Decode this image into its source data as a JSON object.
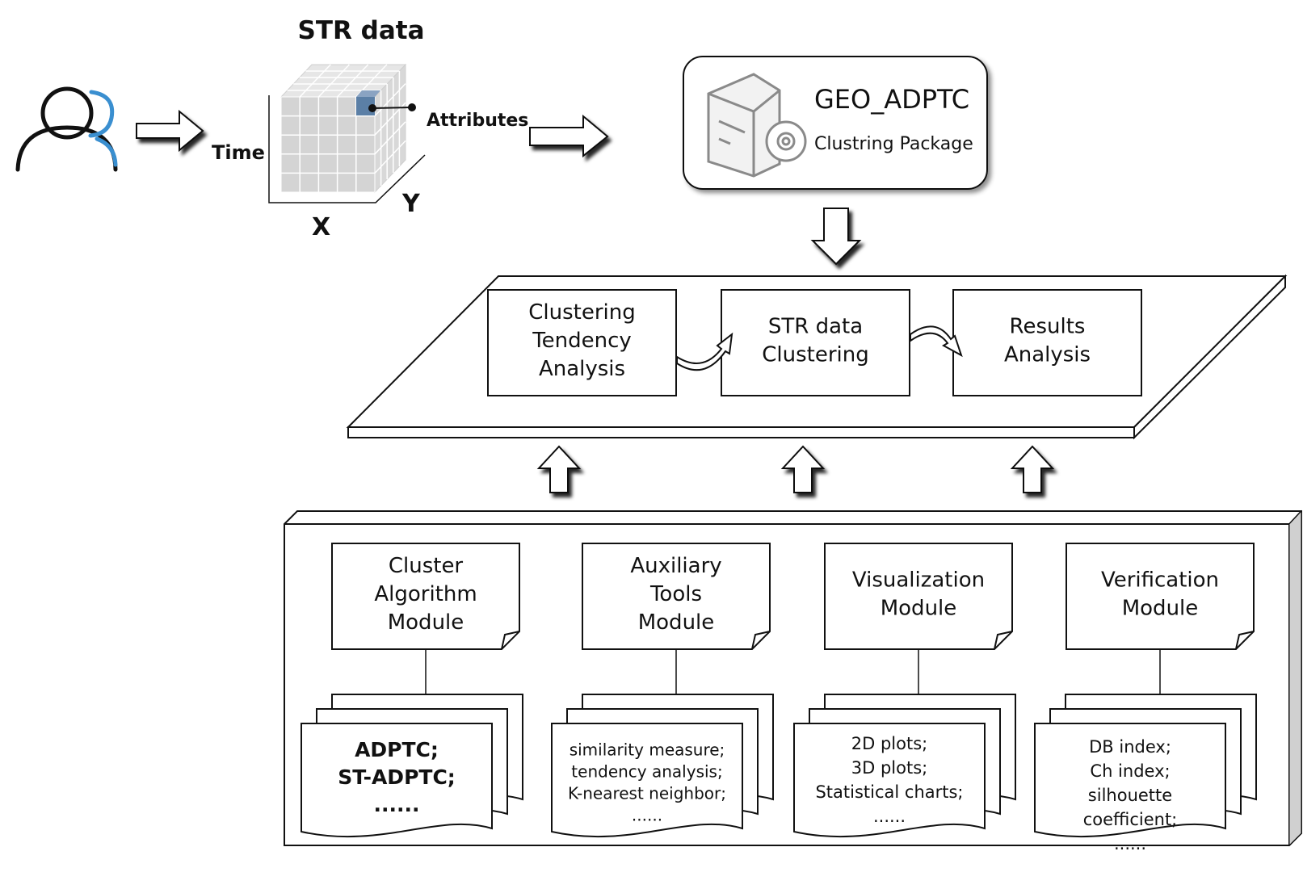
{
  "user": {
    "icon": "users-icon"
  },
  "str_data": {
    "title": "STR data",
    "time_label": "Time",
    "attributes_label": "Attributes",
    "x_label": "X",
    "y_label": "Y",
    "highlight_color": "#5b7fa6"
  },
  "package": {
    "icon": "server-gear-icon",
    "name": "GEO_ADPTC",
    "subtitle": "Clustring Package"
  },
  "pipeline": {
    "steps": [
      {
        "lines": [
          "Clustering",
          "Tendency",
          "Analysis"
        ]
      },
      {
        "lines": [
          "STR data",
          "Clustering"
        ]
      },
      {
        "lines": [
          "Results",
          "Analysis"
        ]
      }
    ]
  },
  "modules": [
    {
      "title": [
        "Cluster",
        "Algorithm",
        "Module"
      ],
      "items": [
        "ADPTC;",
        "ST-ADPTC;",
        "......"
      ]
    },
    {
      "title": [
        "Auxiliary",
        "Tools",
        "Module"
      ],
      "items": [
        "similarity measure;",
        "tendency analysis;",
        "K-nearest neighbor;",
        "......"
      ]
    },
    {
      "title": [
        "Visualization",
        "Module"
      ],
      "items": [
        "2D plots;",
        "3D plots;",
        "Statistical charts;",
        "......"
      ]
    },
    {
      "title": [
        "Verification",
        "Module"
      ],
      "items": [
        "DB index;",
        "Ch index;",
        "silhouette",
        "coefficient;",
        "......"
      ]
    }
  ]
}
